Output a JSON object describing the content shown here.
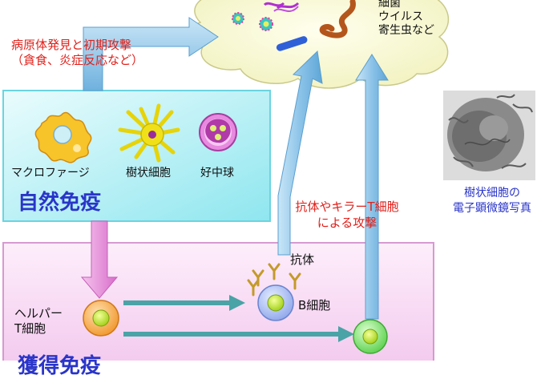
{
  "pathogen_cloud": {
    "lines": [
      "細菌",
      "ウイルス",
      "寄生虫など"
    ]
  },
  "innate_attack": {
    "line1": "病原体発見と初期攻撃",
    "line2": "（貪食、炎症反応など）"
  },
  "innate_immunity": {
    "title": "自然免疫",
    "cells": [
      "マクロファージ",
      "樹状細胞",
      "好中球"
    ]
  },
  "adaptive_attack": {
    "line1": "抗体やキラーT細胞",
    "line2": "による攻撃"
  },
  "adaptive": {
    "antibody_label": "抗体",
    "b_cell_label": "B細胞",
    "helper_label": [
      "ヘルパー",
      "T細胞"
    ],
    "partial_title": "獲得免疫"
  },
  "photo_caption": {
    "line1": "樹状細胞の",
    "line2": "電子顕微鏡写真"
  },
  "colors": {
    "red_text": "#e0201a",
    "blue_text": "#2a35c8",
    "innate_box": "#b8f2f6",
    "adaptive_box": "#f8dcf4",
    "cloud": "#fcfcd6",
    "blue_arrow": "#8ec5e8",
    "pink_arrow": "#e48ad8"
  },
  "icons": [
    "macrophage-icon",
    "dendritic-cell-icon",
    "neutrophil-icon",
    "bacteria-icon",
    "virus-icon",
    "antibody-icon",
    "b-cell-icon",
    "helper-t-cell-icon",
    "killer-t-cell-icon",
    "electron-micrograph-image"
  ]
}
